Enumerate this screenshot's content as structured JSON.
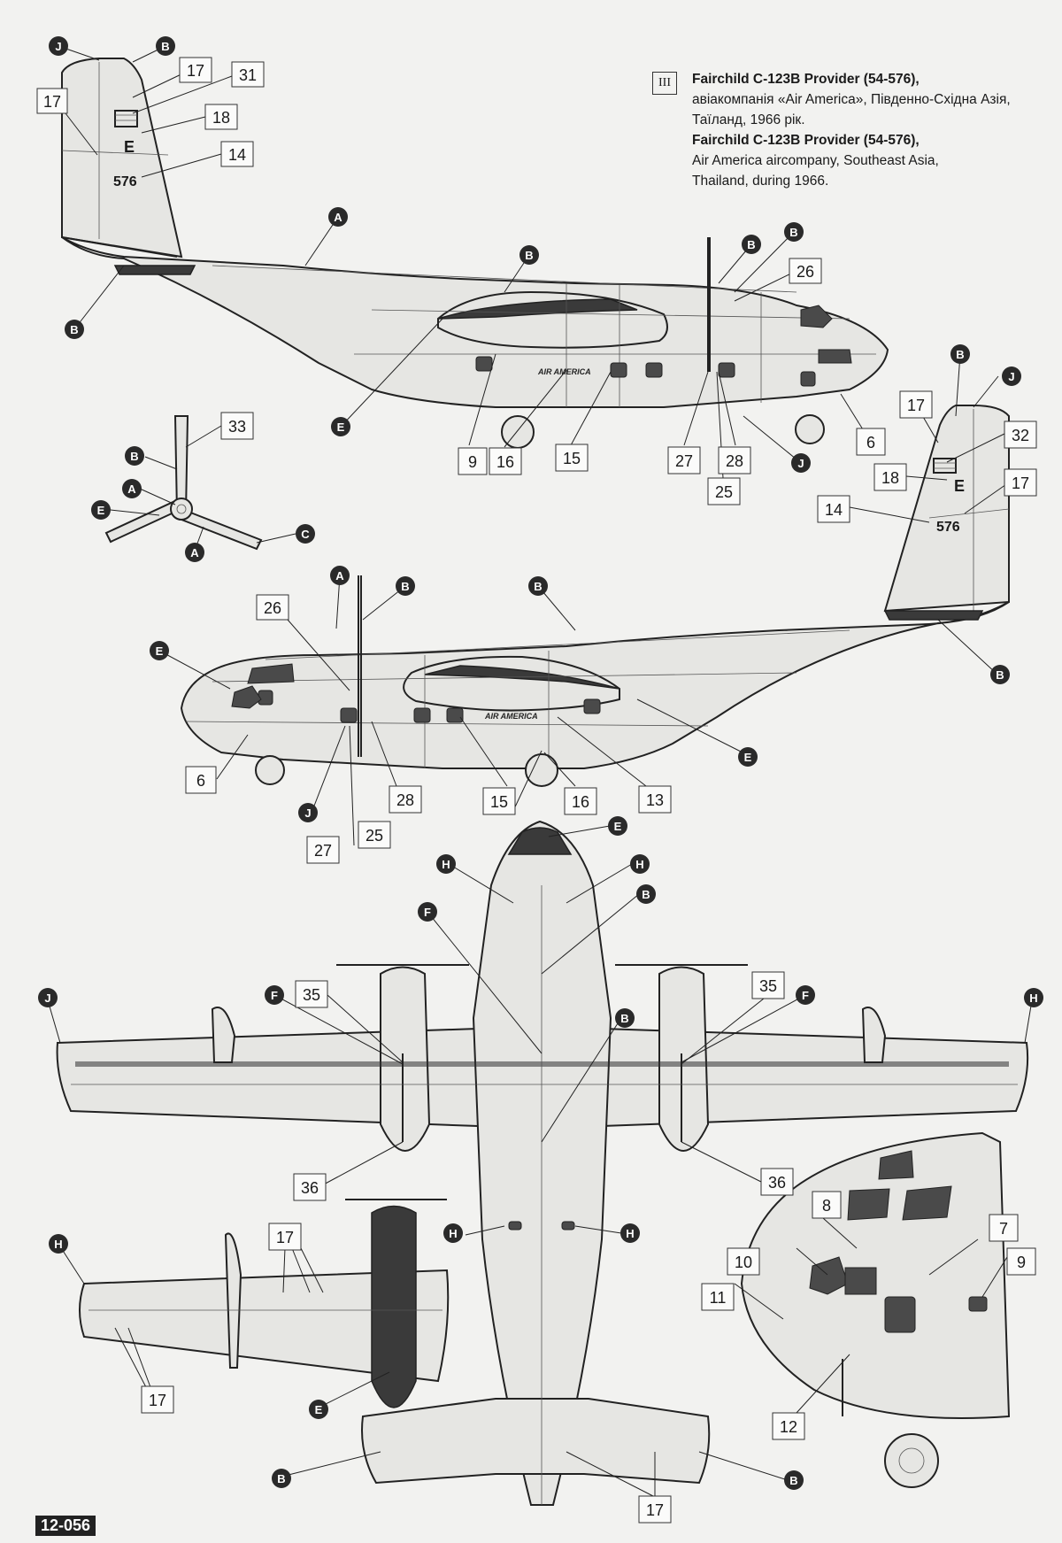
{
  "plate": {
    "roman": "III",
    "title_ua": "Fairchild C-123B Provider (54-576),",
    "line_ua_1": "авіакомпанія «Air America», Південно-Східна Азія,",
    "line_ua_2": "Таїланд, 1966 рік.",
    "title_en": "Fairchild C-123B Provider (54-576),",
    "line_en_1": "Air America aircompany, Southeast Asia,",
    "line_en_2": "Thailand, during 1966."
  },
  "aircraft_markings": {
    "tail_number": "576",
    "tail_letter": "E",
    "fuselage_titles": "AIR AMERICA"
  },
  "sheet_code": "12-056",
  "callouts": {
    "top_side": {
      "j": "J",
      "b1": "B",
      "n17a": "17",
      "n31": "31",
      "n17b": "17",
      "n18": "18",
      "n14": "14",
      "a": "A",
      "b2": "B",
      "b3": "B",
      "b4": "B",
      "n26": "26",
      "b5": "B",
      "e": "E",
      "n9": "9",
      "n16": "16",
      "n15": "15",
      "n27": "27",
      "n28": "28",
      "n25": "25",
      "j2": "J",
      "n6": "6"
    },
    "prop": {
      "n33": "33",
      "b": "B",
      "a1": "A",
      "e": "E",
      "a2": "A",
      "c": "C"
    },
    "second_side": {
      "b1": "B",
      "j": "J",
      "n17a": "17",
      "n32": "32",
      "n18": "18",
      "n17b": "17",
      "n14": "14",
      "a": "A",
      "b2": "B",
      "b3": "B",
      "n26": "26",
      "e1": "E",
      "b4": "B",
      "e2": "E",
      "n6": "6",
      "j2": "J",
      "n28": "28",
      "n15": "15",
      "n16": "16",
      "n13": "13",
      "n27": "27",
      "n25": "25"
    },
    "plan": {
      "e": "E",
      "h1": "H",
      "h2": "H",
      "b1": "B",
      "f1": "F",
      "j": "J",
      "f2": "F",
      "n35a": "35",
      "b2": "B",
      "n35b": "35",
      "f3": "F",
      "h3": "H",
      "n36a": "36",
      "n36b": "36",
      "h4": "H",
      "h5": "H"
    },
    "under": {
      "h": "H",
      "n17a": "17",
      "n17b": "17",
      "e": "E",
      "b1": "B",
      "b2": "B",
      "n17c": "17"
    },
    "nose": {
      "n8": "8",
      "n7": "7",
      "n10": "10",
      "n9": "9",
      "n11": "11",
      "n12": "12"
    }
  }
}
